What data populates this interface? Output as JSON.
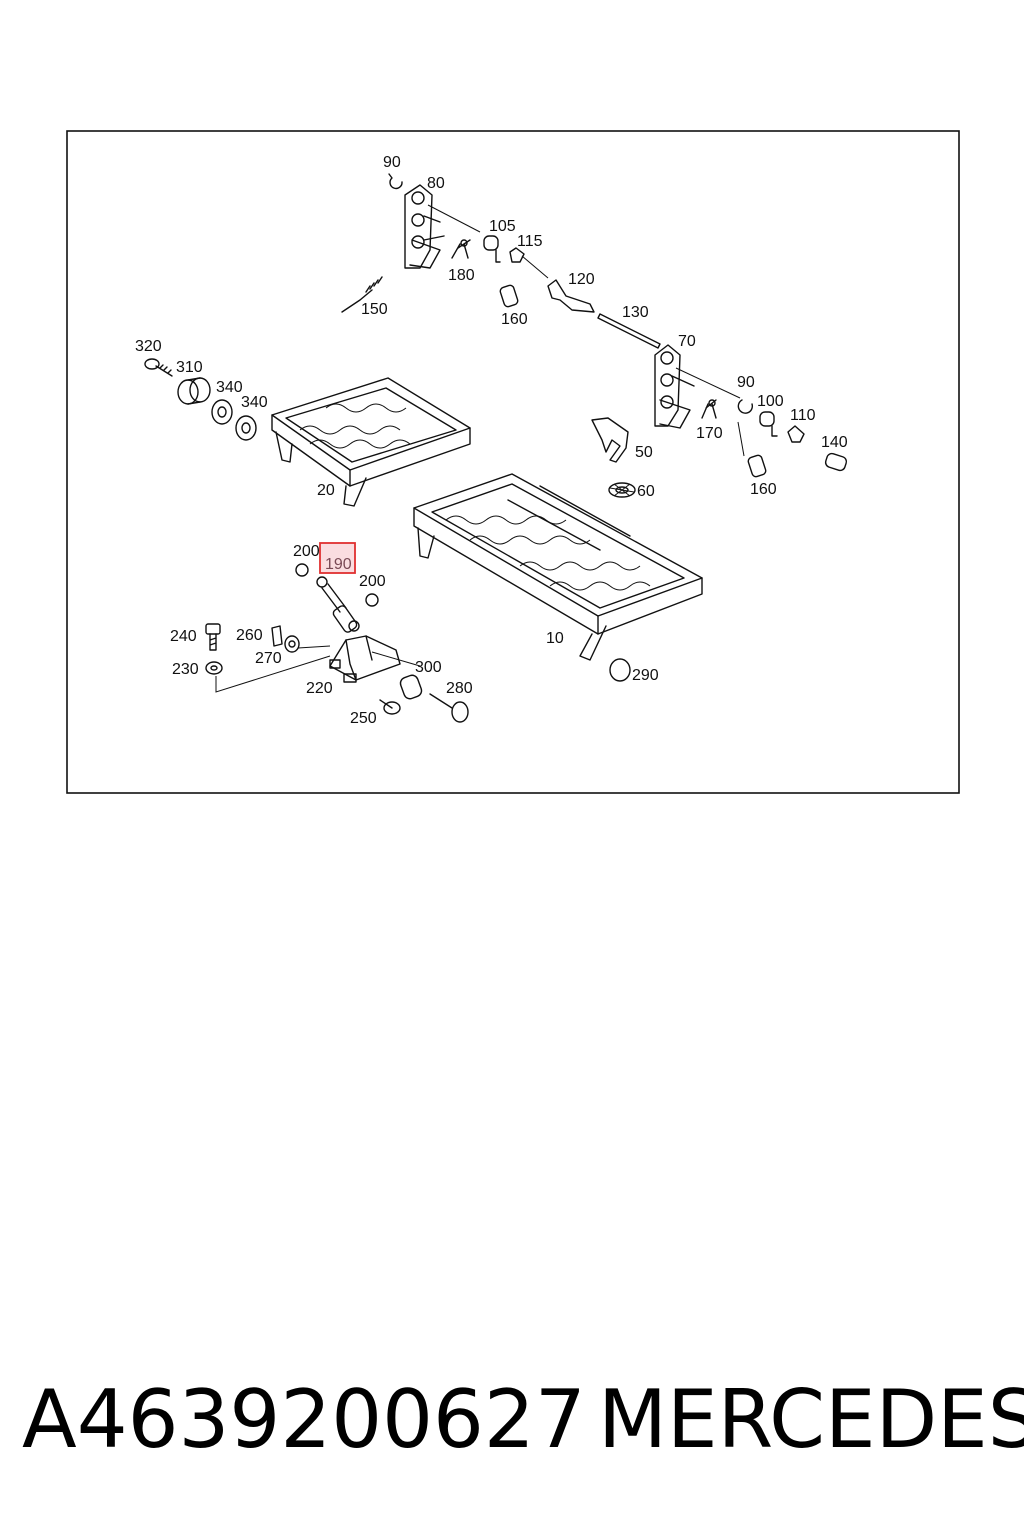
{
  "diagram": {
    "labels": {
      "l90a": "90",
      "l80": "80",
      "l105": "105",
      "l115": "115",
      "l180": "180",
      "l120": "120",
      "l150": "150",
      "l160a": "160",
      "l130": "130",
      "l70": "70",
      "l320": "320",
      "l310": "310",
      "l340a": "340",
      "l340b": "340",
      "l90b": "90",
      "l100": "100",
      "l110": "110",
      "l140": "140",
      "l170": "170",
      "l50": "50",
      "l160b": "160",
      "l60": "60",
      "l20": "20",
      "l200a": "200",
      "l190": "190",
      "l200b": "200",
      "l240": "240",
      "l260": "260",
      "l270": "270",
      "l230": "230",
      "l220": "220",
      "l300": "300",
      "l280": "280",
      "l250": "250",
      "l10": "10",
      "l290": "290"
    },
    "highlight_color": "#e03030",
    "highlight_fill": "#f7c6cc"
  },
  "footer": {
    "part_number": "A4639200627",
    "brand": "MERCEDES"
  }
}
